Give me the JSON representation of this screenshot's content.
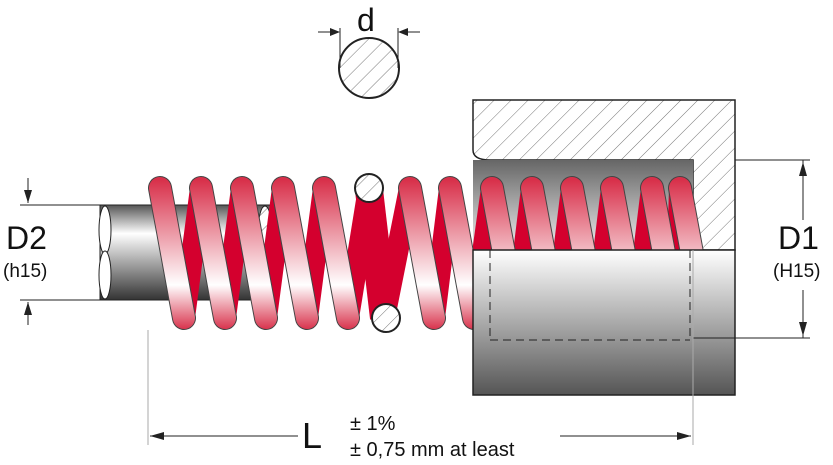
{
  "labels": {
    "wire_diameter": "d",
    "outer_diameter": "D2",
    "outer_tolerance": "(h15)",
    "bore_diameter": "D1",
    "bore_tolerance": "(H15)",
    "length": "L",
    "length_tol_pct": "± 1%",
    "length_tol_min": "± 0,75 mm at least"
  },
  "colors": {
    "spring": "#d4002e",
    "spring_light": "#ffffff",
    "steel": "#555555"
  }
}
